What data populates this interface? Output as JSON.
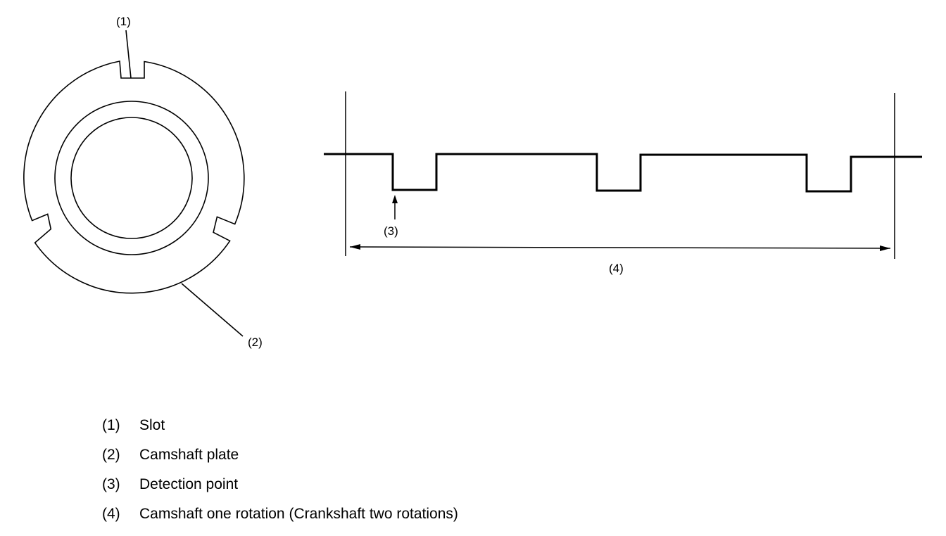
{
  "callouts": {
    "slot": "(1)",
    "plate": "(2)",
    "detection": "(3)",
    "rotation": "(4)"
  },
  "legend": [
    {
      "num": "(1)",
      "text": "Slot"
    },
    {
      "num": "(2)",
      "text": "Camshaft plate"
    },
    {
      "num": "(3)",
      "text": "Detection point"
    },
    {
      "num": "(4)",
      "text": "Camshaft one rotation (Crankshaft two rotations)"
    }
  ],
  "colors": {
    "line": "#000000",
    "background": "#ffffff"
  }
}
